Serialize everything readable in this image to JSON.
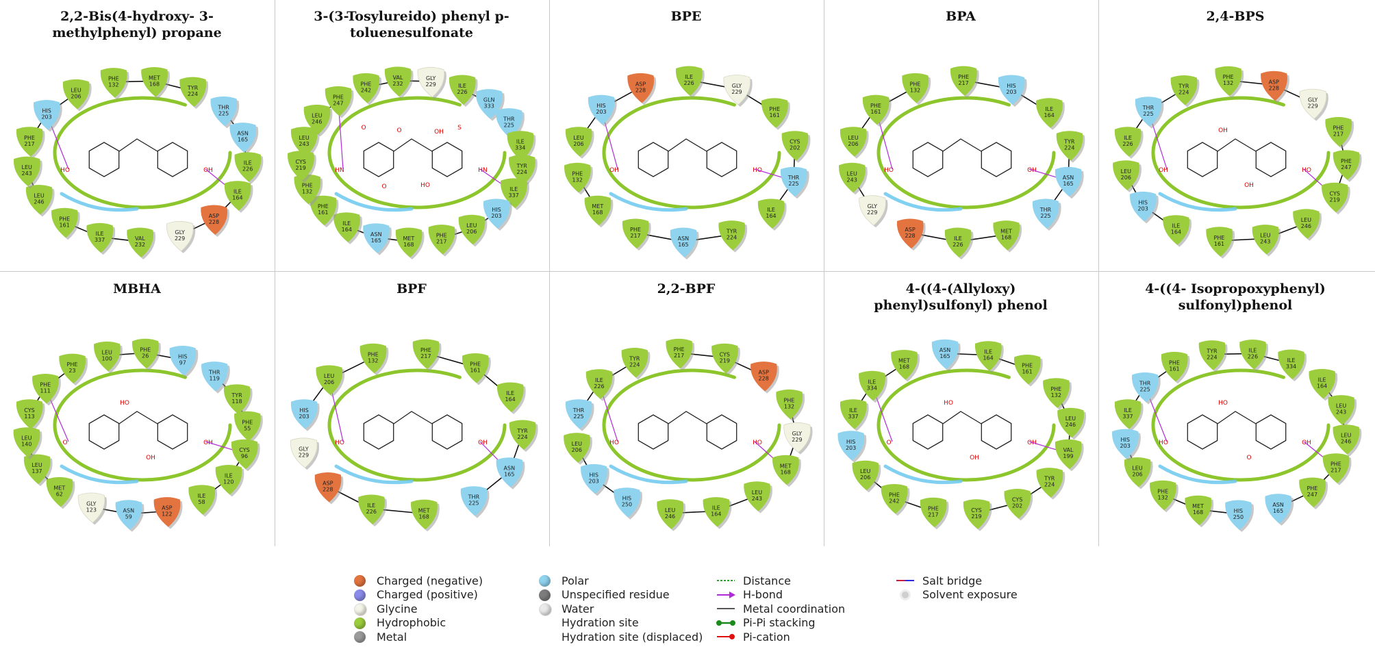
{
  "panels": [
    {
      "title": "2,2-Bis(4-hydroxy- 3-\nmethylphenyl) propane",
      "residues": [
        [
          "PHE",
          "217",
          "h"
        ],
        [
          "HIS",
          "203",
          "p"
        ],
        [
          "LEU",
          "206",
          "h"
        ],
        [
          "PHE",
          "132",
          "h"
        ],
        [
          "MET",
          "168",
          "h"
        ],
        [
          "TYR",
          "224",
          "h"
        ],
        [
          "THR",
          "225",
          "p"
        ],
        [
          "ASN",
          "165",
          "p"
        ],
        [
          "ILE",
          "226",
          "h"
        ],
        [
          "ILE",
          "164",
          "h"
        ],
        [
          "ASP",
          "228",
          "n"
        ],
        [
          "GLY",
          "229",
          "g"
        ],
        [
          "VAL",
          "232",
          "h"
        ],
        [
          "ILE",
          "337",
          "h"
        ],
        [
          "PHE",
          "161",
          "h"
        ],
        [
          "LEU",
          "246",
          "h"
        ],
        [
          "LEU",
          "243",
          "h"
        ]
      ],
      "atoms": [
        "HO",
        "OH"
      ]
    },
    {
      "title": "3-(3-Tosylureido) phenyl p-\ntoluenesulfonate",
      "residues": [
        [
          "LEU",
          "243",
          "h"
        ],
        [
          "LEU",
          "246",
          "h"
        ],
        [
          "PHE",
          "247",
          "h"
        ],
        [
          "PHE",
          "242",
          "h"
        ],
        [
          "VAL",
          "232",
          "h"
        ],
        [
          "GLY",
          "229",
          "g"
        ],
        [
          "ILE",
          "226",
          "h"
        ],
        [
          "GLN",
          "333",
          "p"
        ],
        [
          "THR",
          "225",
          "p"
        ],
        [
          "ILE",
          "334",
          "h"
        ],
        [
          "TYR",
          "224",
          "h"
        ],
        [
          "ILE",
          "337",
          "h"
        ],
        [
          "HIS",
          "203",
          "p"
        ],
        [
          "LEU",
          "206",
          "h"
        ],
        [
          "PHE",
          "217",
          "h"
        ],
        [
          "MET",
          "168",
          "h"
        ],
        [
          "ASN",
          "165",
          "p"
        ],
        [
          "ILE",
          "164",
          "h"
        ],
        [
          "PHE",
          "161",
          "h"
        ],
        [
          "PHE",
          "132",
          "h"
        ],
        [
          "CYS",
          "219",
          "h"
        ]
      ],
      "atoms": [
        "HN",
        "HN",
        "O",
        "HO",
        "OH",
        "O",
        "S",
        "O"
      ]
    },
    {
      "title": "BPE",
      "residues": [
        [
          "LEU",
          "206",
          "h"
        ],
        [
          "HIS",
          "203",
          "p"
        ],
        [
          "ASP",
          "228",
          "n"
        ],
        [
          "ILE",
          "226",
          "h"
        ],
        [
          "GLY",
          "229",
          "g"
        ],
        [
          "PHE",
          "161",
          "h"
        ],
        [
          "CYS",
          "202",
          "h"
        ],
        [
          "THR",
          "225",
          "p"
        ],
        [
          "ILE",
          "164",
          "h"
        ],
        [
          "TYR",
          "224",
          "h"
        ],
        [
          "ASN",
          "165",
          "p"
        ],
        [
          "PHE",
          "217",
          "h"
        ],
        [
          "MET",
          "168",
          "h"
        ],
        [
          "PHE",
          "132",
          "h"
        ]
      ],
      "atoms": [
        "OH",
        "HO"
      ]
    },
    {
      "title": "BPA",
      "residues": [
        [
          "LEU",
          "206",
          "h"
        ],
        [
          "PHE",
          "161",
          "h"
        ],
        [
          "PHE",
          "132",
          "h"
        ],
        [
          "PHE",
          "217",
          "h"
        ],
        [
          "HIS",
          "203",
          "p"
        ],
        [
          "ILE",
          "164",
          "h"
        ],
        [
          "TYR",
          "224",
          "h"
        ],
        [
          "ASN",
          "165",
          "p"
        ],
        [
          "THR",
          "225",
          "p"
        ],
        [
          "MET",
          "168",
          "h"
        ],
        [
          "ILE",
          "226",
          "h"
        ],
        [
          "ASP",
          "228",
          "n"
        ],
        [
          "GLY",
          "229",
          "g"
        ],
        [
          "LEU",
          "243",
          "h"
        ]
      ],
      "atoms": [
        "HO",
        "OH"
      ]
    },
    {
      "title": "2,4-BPS",
      "residues": [
        [
          "ILE",
          "226",
          "h"
        ],
        [
          "THR",
          "225",
          "p"
        ],
        [
          "TYR",
          "224",
          "h"
        ],
        [
          "PHE",
          "132",
          "h"
        ],
        [
          "ASP",
          "228",
          "n"
        ],
        [
          "GLY",
          "229",
          "g"
        ],
        [
          "PHE",
          "217",
          "h"
        ],
        [
          "PHE",
          "247",
          "h"
        ],
        [
          "CYS",
          "219",
          "h"
        ],
        [
          "LEU",
          "246",
          "h"
        ],
        [
          "LEU",
          "243",
          "h"
        ],
        [
          "PHE",
          "161",
          "h"
        ],
        [
          "ILE",
          "164",
          "h"
        ],
        [
          "HIS",
          "203",
          "p"
        ],
        [
          "LEU",
          "206",
          "h"
        ]
      ],
      "atoms": [
        "OH",
        "HO",
        "OH",
        "OH"
      ]
    },
    {
      "title": "MBHA",
      "residues": [
        [
          "CYS",
          "113",
          "h"
        ],
        [
          "PHE",
          "111",
          "h"
        ],
        [
          "PHE",
          "23",
          "h"
        ],
        [
          "LEU",
          "100",
          "h"
        ],
        [
          "PHE",
          "26",
          "h"
        ],
        [
          "HIS",
          "97",
          "p"
        ],
        [
          "THR",
          "119",
          "p"
        ],
        [
          "TYR",
          "118",
          "h"
        ],
        [
          "PHE",
          "55",
          "h"
        ],
        [
          "CYS",
          "96",
          "h"
        ],
        [
          "ILE",
          "120",
          "h"
        ],
        [
          "ILE",
          "58",
          "h"
        ],
        [
          "ASP",
          "122",
          "n"
        ],
        [
          "ASN",
          "59",
          "p"
        ],
        [
          "GLY",
          "123",
          "g"
        ],
        [
          "MET",
          "62",
          "h"
        ],
        [
          "LEU",
          "137",
          "h"
        ],
        [
          "LEU",
          "140",
          "h"
        ]
      ],
      "atoms": [
        "O",
        "OH",
        "HO",
        "OH"
      ]
    },
    {
      "title": "BPF",
      "residues": [
        [
          "HIS",
          "203",
          "p"
        ],
        [
          "LEU",
          "206",
          "h"
        ],
        [
          "PHE",
          "132",
          "h"
        ],
        [
          "PHE",
          "217",
          "h"
        ],
        [
          "PHE",
          "161",
          "h"
        ],
        [
          "ILE",
          "164",
          "h"
        ],
        [
          "TYR",
          "224",
          "h"
        ],
        [
          "ASN",
          "165",
          "p"
        ],
        [
          "THR",
          "225",
          "p"
        ],
        [
          "MET",
          "168",
          "h"
        ],
        [
          "ILE",
          "226",
          "h"
        ],
        [
          "ASP",
          "228",
          "n"
        ],
        [
          "GLY",
          "229",
          "g"
        ]
      ],
      "atoms": [
        "HO",
        "OH"
      ]
    },
    {
      "title": "2,2-BPF",
      "residues": [
        [
          "THR",
          "225",
          "p"
        ],
        [
          "ILE",
          "226",
          "h"
        ],
        [
          "TYR",
          "224",
          "h"
        ],
        [
          "PHE",
          "217",
          "h"
        ],
        [
          "CYS",
          "219",
          "h"
        ],
        [
          "ASP",
          "228",
          "n"
        ],
        [
          "PHE",
          "132",
          "h"
        ],
        [
          "GLY",
          "229",
          "g"
        ],
        [
          "MET",
          "168",
          "h"
        ],
        [
          "LEU",
          "243",
          "h"
        ],
        [
          "ILE",
          "164",
          "h"
        ],
        [
          "LEU",
          "246",
          "h"
        ],
        [
          "HIS",
          "250",
          "p"
        ],
        [
          "HIS",
          "203",
          "p"
        ],
        [
          "LEU",
          "206",
          "h"
        ]
      ],
      "atoms": [
        "HO",
        "HO"
      ]
    },
    {
      "title": "4-((4-(Allyloxy)\nphenyl)sulfonyl) phenol",
      "residues": [
        [
          "ILE",
          "337",
          "h"
        ],
        [
          "ILE",
          "334",
          "h"
        ],
        [
          "MET",
          "168",
          "h"
        ],
        [
          "ASN",
          "165",
          "p"
        ],
        [
          "ILE",
          "164",
          "h"
        ],
        [
          "PHE",
          "161",
          "h"
        ],
        [
          "PHE",
          "132",
          "h"
        ],
        [
          "LEU",
          "246",
          "h"
        ],
        [
          "VAL",
          "199",
          "h"
        ],
        [
          "TYR",
          "224",
          "h"
        ],
        [
          "CYS",
          "202",
          "h"
        ],
        [
          "CYS",
          "219",
          "h"
        ],
        [
          "PHE",
          "217",
          "h"
        ],
        [
          "PHE",
          "242",
          "h"
        ],
        [
          "LEU",
          "206",
          "h"
        ],
        [
          "HIS",
          "203",
          "p"
        ]
      ],
      "atoms": [
        "O",
        "OH",
        "HO",
        "OH"
      ]
    },
    {
      "title": "4-((4- Isopropoxyphenyl)\nsulfonyl)phenol",
      "residues": [
        [
          "ILE",
          "337",
          "h"
        ],
        [
          "THR",
          "225",
          "p"
        ],
        [
          "PHE",
          "161",
          "h"
        ],
        [
          "TYR",
          "224",
          "h"
        ],
        [
          "ILE",
          "226",
          "h"
        ],
        [
          "ILE",
          "334",
          "h"
        ],
        [
          "ILE",
          "164",
          "h"
        ],
        [
          "LEU",
          "243",
          "h"
        ],
        [
          "LEU",
          "246",
          "h"
        ],
        [
          "PHE",
          "217",
          "h"
        ],
        [
          "PHE",
          "247",
          "h"
        ],
        [
          "ASN",
          "165",
          "p"
        ],
        [
          "HIS",
          "250",
          "p"
        ],
        [
          "MET",
          "168",
          "h"
        ],
        [
          "PHE",
          "132",
          "h"
        ],
        [
          "LEU",
          "206",
          "h"
        ],
        [
          "HIS",
          "203",
          "p"
        ]
      ],
      "atoms": [
        "HO",
        "OH",
        "HO",
        "O"
      ]
    }
  ],
  "legend": {
    "columns": [
      [
        {
          "label": "Charged (negative)",
          "swatch": "dot",
          "color": "#e3743f"
        },
        {
          "label": "Charged (positive)",
          "swatch": "dot",
          "color": "#8b8bea"
        },
        {
          "label": "Glycine",
          "swatch": "dot",
          "color": "#f5f5ea"
        },
        {
          "label": "Hydrophobic",
          "swatch": "dot",
          "color": "#9ccd3c"
        },
        {
          "label": "Metal",
          "swatch": "dot",
          "color": "#9b9b9b"
        }
      ],
      [
        {
          "label": "Polar",
          "swatch": "dot",
          "color": "#8fd3ef"
        },
        {
          "label": "Unspecified residue",
          "swatch": "dot",
          "color": "#7d7d7d"
        },
        {
          "label": "Water",
          "swatch": "dot",
          "color": "#eaeaea"
        },
        {
          "label": "Hydration site",
          "swatch": "none",
          "color": "#ffffff"
        },
        {
          "label": "Hydration site (displaced)",
          "swatch": "none",
          "color": "#ffffff"
        }
      ],
      [
        {
          "label": "Distance",
          "swatch": "dashed",
          "color": "#2aa12a"
        },
        {
          "label": "H-bond",
          "swatch": "arrow",
          "color": "#b02ad8"
        },
        {
          "label": "Metal coordination",
          "swatch": "line",
          "color": "#555555"
        },
        {
          "label": "Pi-Pi stacking",
          "swatch": "dumbbell",
          "color": "#1a8a1a"
        },
        {
          "label": "Pi-cation",
          "swatch": "pin",
          "color": "#e01010"
        }
      ],
      [
        {
          "label": "Salt bridge",
          "swatch": "gradline",
          "color": "#7a1ab0"
        },
        {
          "label": "Solvent exposure",
          "swatch": "halo",
          "color": "#cfcfcf"
        }
      ]
    ]
  },
  "colors": {
    "h": "#9ccd3c",
    "p": "#8fd3ef",
    "n": "#e3743f",
    "g": "#f3f3e3",
    "ring": "#8cc62c",
    "exposure": "#6cc8ef",
    "hbond": "#b02ad8"
  }
}
